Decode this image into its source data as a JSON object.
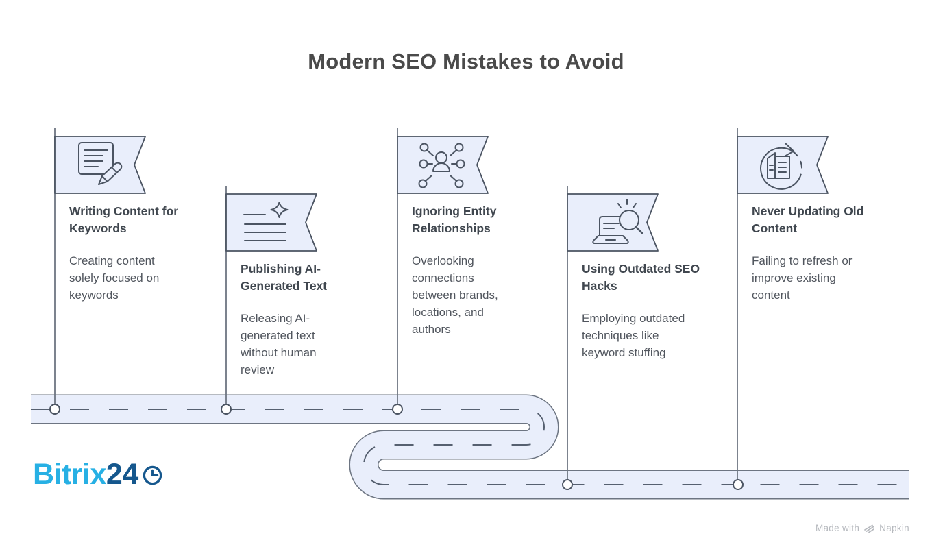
{
  "title": "Modern SEO Mistakes to Avoid",
  "milestones": [
    {
      "icon": "document-pencil-icon",
      "heading": "Writing Content for\nKeywords",
      "description": "Creating content\nsolely focused on\nkeywords"
    },
    {
      "icon": "ai-text-sparkle-icon",
      "heading": "Publishing AI-\nGenerated Text",
      "description": "Releasing AI-\ngenerated text\nwithout human\nreview"
    },
    {
      "icon": "entity-network-icon",
      "heading": "Ignoring Entity\nRelationships",
      "description": "Overlooking\nconnections\nbetween brands,\nlocations, and\nauthors"
    },
    {
      "icon": "laptop-search-icon",
      "heading": "Using Outdated SEO\nHacks",
      "description": "Employing outdated\ntechniques like\nkeyword stuffing"
    },
    {
      "icon": "refresh-content-icon",
      "heading": "Never Updating Old\nContent",
      "description": "Failing to refresh or\nimprove existing\ncontent"
    }
  ],
  "branding": {
    "logo_text_primary": "Bitrix",
    "logo_text_secondary": "24",
    "logo_icon": "clock-icon",
    "logo_primary_color": "#27b0e4",
    "logo_secondary_color": "#15578d"
  },
  "credit": {
    "prefix": "Made with",
    "name": "Napkin",
    "icon": "napkin-logo-icon",
    "color": "#b6b9be"
  },
  "colors": {
    "flag_fill": "#e9eefb",
    "flag_stroke": "#4b5462",
    "road_fill": "#e9eefb",
    "road_border": "#6d7582",
    "road_dash": "#566070",
    "title_text": "#4a4a4a",
    "heading_text": "#40474f",
    "body_text": "#51565e",
    "background": "#ffffff"
  }
}
